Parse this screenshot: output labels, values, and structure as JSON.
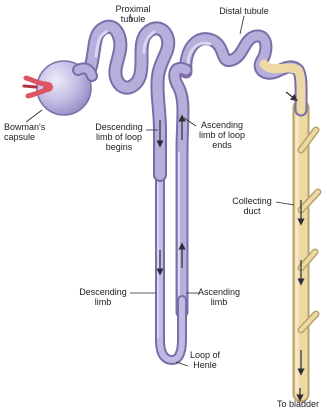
{
  "diagram": {
    "labels": {
      "proximal_tubule": "Proximal tubule",
      "distal_tubule": "Distal tubule",
      "bowmans_capsule": "Bowman's\ncapsule",
      "descending_limb_begins": "Descending\nlimb of loop\nbegins",
      "ascending_limb_ends": "Ascending\nlimb of loop\nends",
      "collecting_duct": "Collecting\nduct",
      "descending_limb": "Descending\nlimb",
      "ascending_limb": "Ascending\nlimb",
      "loop_of_henle": "Loop of\nHenle",
      "to_bladder": "To bladder"
    },
    "colors": {
      "tubule": "#b7aedb",
      "tubule_highlight": "#dcd6f1",
      "tubule_edge": "#7b6ea8",
      "glomerulus": "#de5463",
      "duct": "#ecd9a4",
      "duct_edge": "#b9a16a",
      "leader": "#2a2a30",
      "flow_arrow": "#2e2e38"
    }
  }
}
